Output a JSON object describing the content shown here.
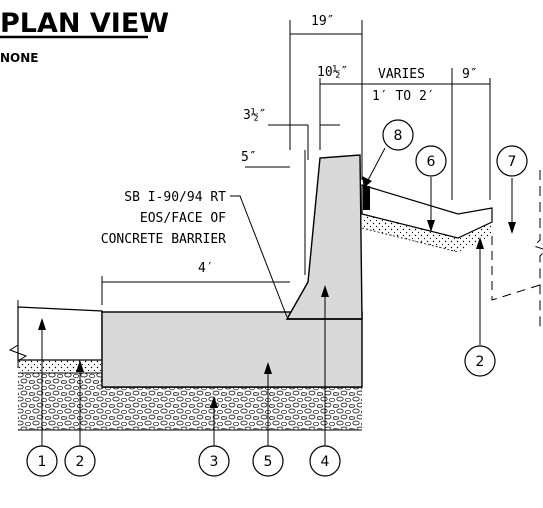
{
  "title": "PLAN VIEW",
  "scale": "NONE",
  "dims": {
    "d19": "19″",
    "d10": "10½″",
    "varies": "VARIES",
    "range": "1′ TO 2′",
    "d9": "9″",
    "d3": "3½″",
    "d5": "5″",
    "d4ft": "4′"
  },
  "note": {
    "line1": "SB I-90/94 RT",
    "line2": "EOS/FACE OF",
    "line3": "CONCRETE BARRIER"
  },
  "callouts": [
    "1",
    "2",
    "3",
    "5",
    "4",
    "2",
    "6",
    "7",
    "8"
  ],
  "colors": {
    "concrete": "#d9d9d9",
    "line": "#000000"
  }
}
